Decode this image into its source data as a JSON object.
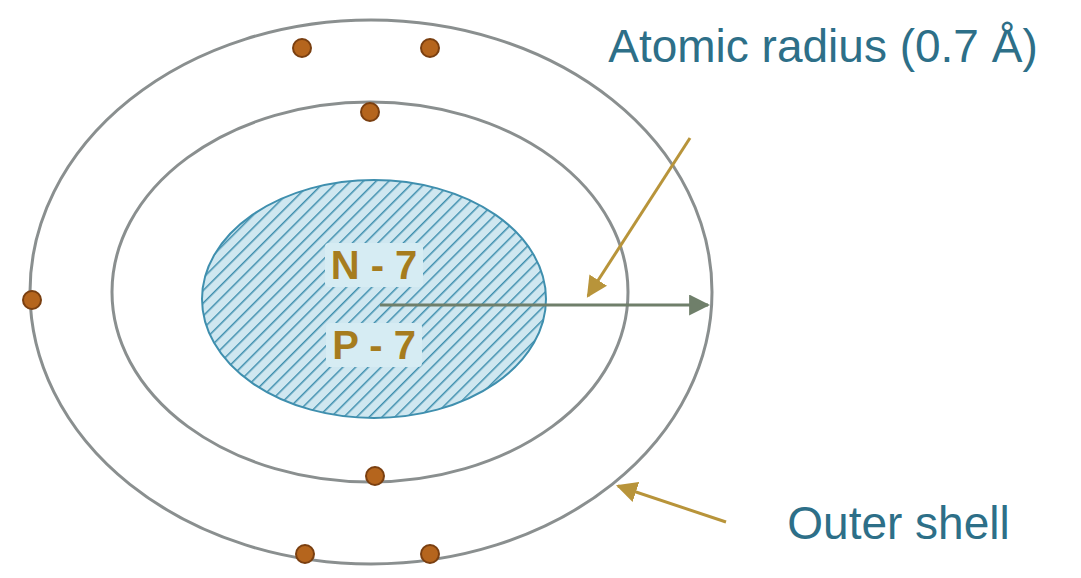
{
  "diagram": {
    "nodes": [
      {
        "text": [
          "N - 7",
          "P - 7"
        ]
      }
    ],
    "labels": [
      "Atomic radius (0.7 Å)",
      "Outer shell"
    ]
  }
}
